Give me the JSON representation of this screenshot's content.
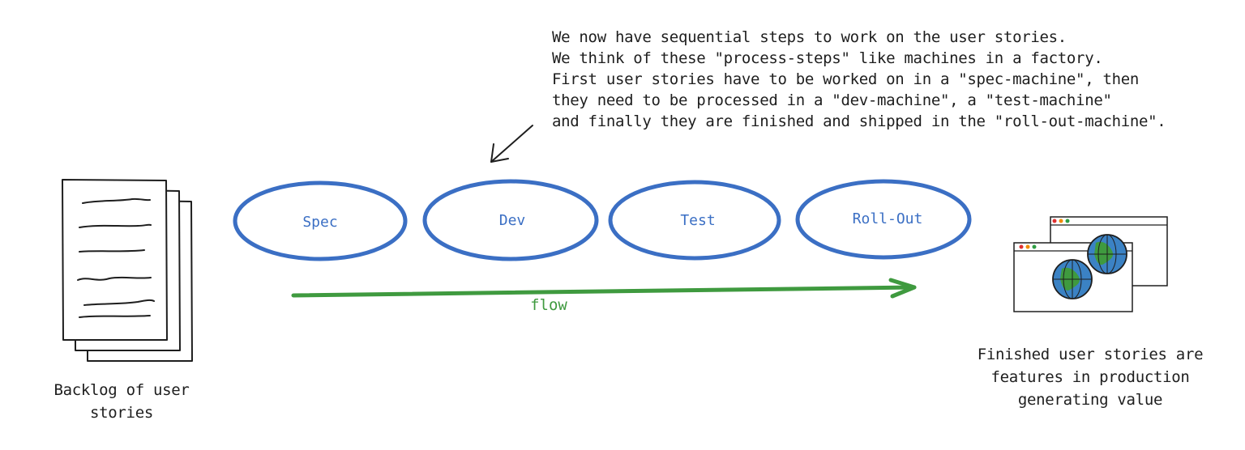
{
  "annotation": {
    "lines": [
      "We now have sequential steps to work on the user stories.",
      "We think of these \"process-steps\" like machines in a factory.",
      "First user stories have to be worked on in a \"spec-machine\", then",
      "they need to be processed in a \"dev-machine\", a \"test-machine\"",
      "and finally they are finished and shipped in the \"roll-out-machine\"."
    ]
  },
  "steps": [
    "Spec",
    "Dev",
    "Test",
    "Roll-Out"
  ],
  "flow_label": "flow",
  "backlog_caption": [
    "Backlog of user",
    "stories"
  ],
  "finished_caption": [
    "Finished user stories are",
    "features in production",
    "generating value"
  ],
  "colors": {
    "step_stroke": "#3b6fc4",
    "flow": "#3f9a3f",
    "ink": "#1e1e1e",
    "globe_blue": "#3b82c4",
    "globe_green": "#3f9a3f"
  },
  "icons": {
    "backlog": "document-stack-icon",
    "production": "browser-windows-globe-icon"
  }
}
